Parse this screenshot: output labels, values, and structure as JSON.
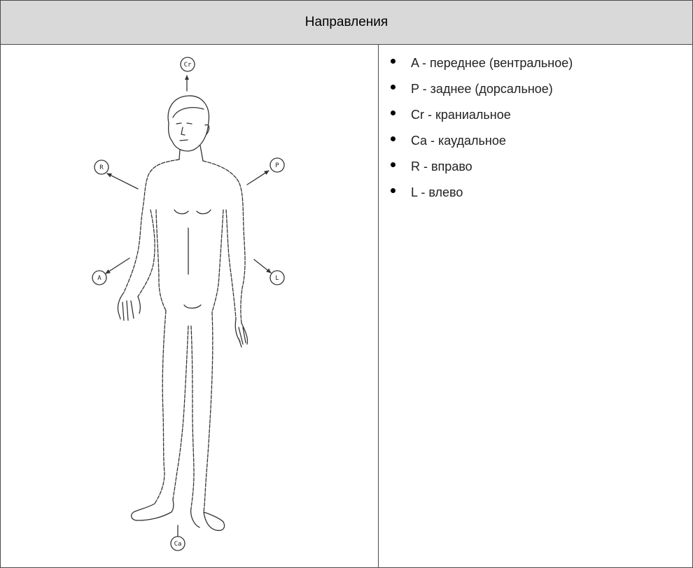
{
  "header": {
    "title": "Направления"
  },
  "figure": {
    "markers": {
      "cr": "Cr",
      "r": "R",
      "p": "P",
      "a": "A",
      "l": "L",
      "ca": "Ca"
    }
  },
  "directions": [
    {
      "text": "A - переднее (вентральное)"
    },
    {
      "text": "P - заднее (дорсальное)"
    },
    {
      "text": "Cr - краниальное"
    },
    {
      "text": "Ca - каудальное"
    },
    {
      "text": "R - вправо"
    },
    {
      "text": "L - влево"
    }
  ]
}
